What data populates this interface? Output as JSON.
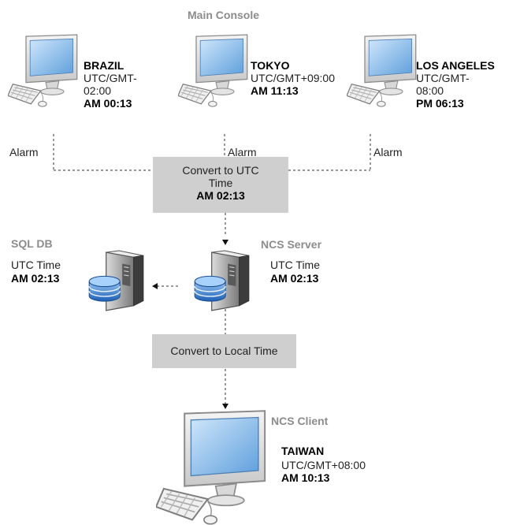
{
  "diagram": {
    "main_console": {
      "title": "Main Console"
    },
    "consoles": [
      {
        "city": "BRAZIL",
        "tz_line1": "UTC/GMT-",
        "tz_line2": "02:00",
        "time": "AM 00:13",
        "alarm": "Alarm"
      },
      {
        "city": "TOKYO",
        "tz_line1": "UTC/GMT+09:00",
        "tz_line2": "",
        "time": "AM 11:13",
        "alarm": "Alarm"
      },
      {
        "city": "LOS ANGELES",
        "tz_line1": "UTC/GMT-",
        "tz_line2": "08:00",
        "time": "PM 06:13",
        "alarm": "Alarm"
      }
    ],
    "convert_utc": {
      "line1": "Convert to UTC",
      "line2": "Time",
      "time": "AM 02:13"
    },
    "sql_db": {
      "title": "SQL DB",
      "label": "UTC Time",
      "time": "AM 02:13"
    },
    "ncs_server": {
      "title": "NCS Server",
      "label": "UTC Time",
      "time": "AM 02:13"
    },
    "convert_local": {
      "label": "Convert to Local Time"
    },
    "ncs_client": {
      "title": "NCS Client",
      "city": "TAIWAN",
      "tz": "UTC/GMT+08:00",
      "time": "AM 10:13"
    },
    "colors": {
      "box": "#cfcfcf",
      "title_gray": "#8c8c8c",
      "screen_blue": "#6fa9e0"
    },
    "icons": [
      "computer-icon",
      "database-server-icon"
    ]
  }
}
